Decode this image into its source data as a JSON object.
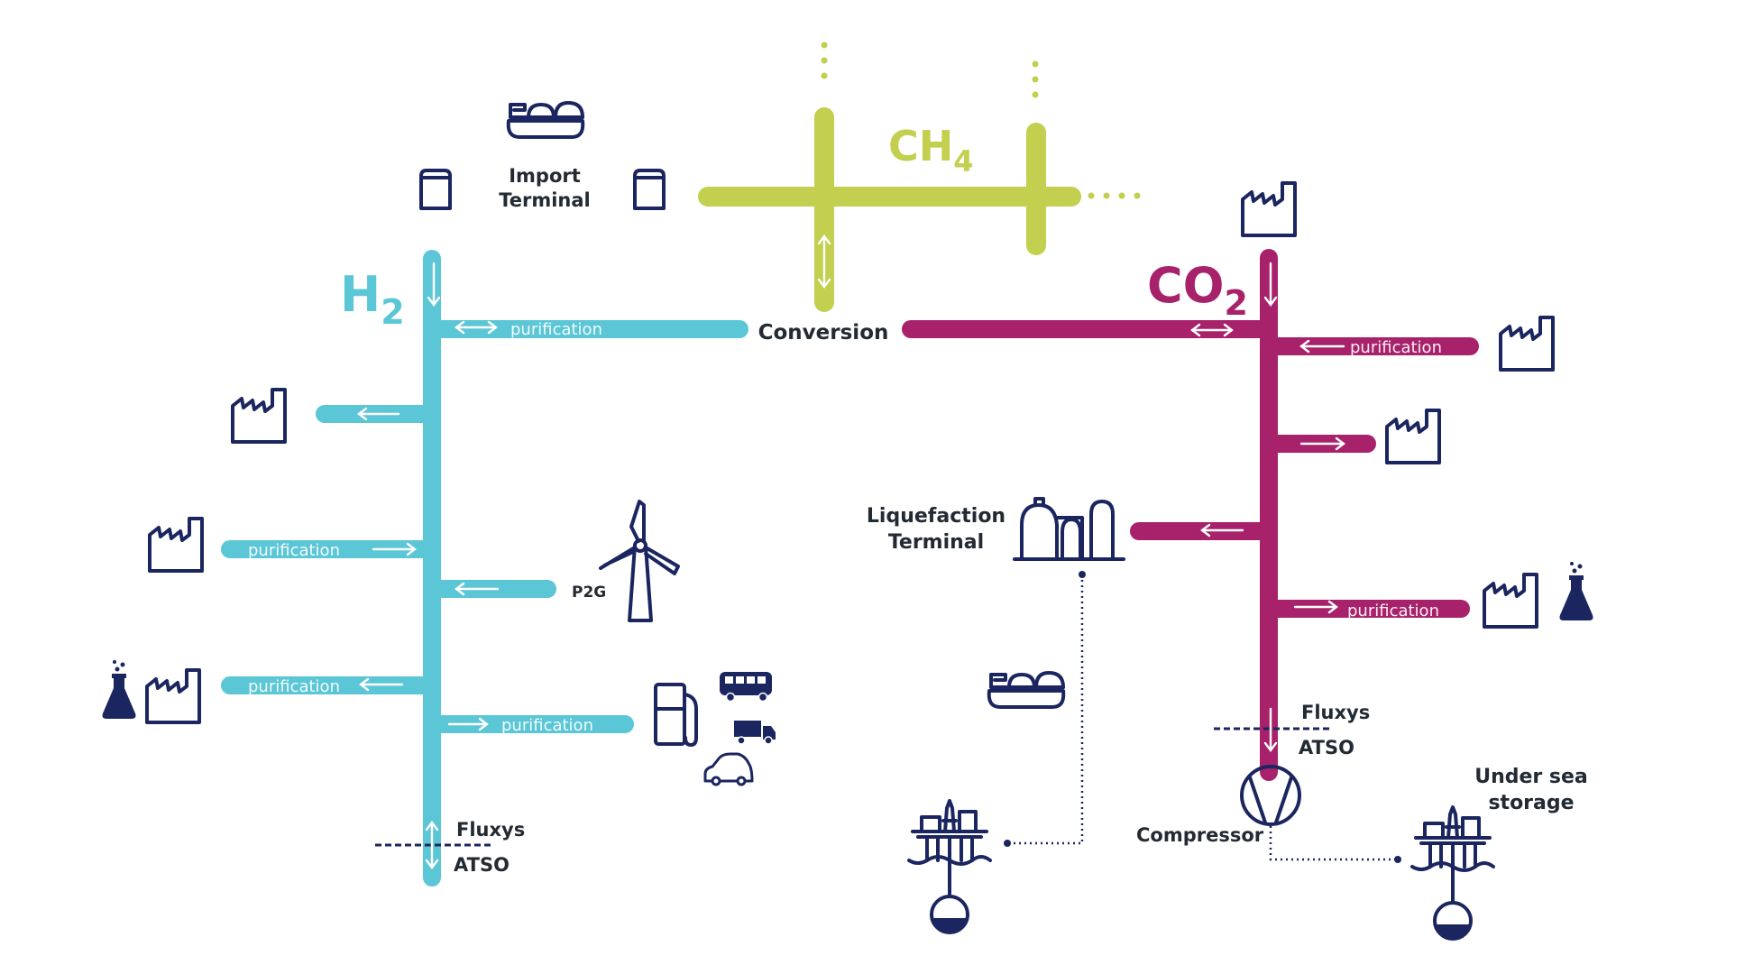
{
  "colors": {
    "h2": "#5bc6d6",
    "ch4": "#c2cf4f",
    "co2": "#a8226b",
    "icon": "#1b2660",
    "text": "#222a33"
  },
  "gases": {
    "h2": {
      "main": "H",
      "sub": "2"
    },
    "ch4": {
      "main": "CH",
      "sub": "4"
    },
    "co2": {
      "main": "CO",
      "sub": "2"
    }
  },
  "labels": {
    "import_terminal_line1": "Import",
    "import_terminal_line2": "Terminal",
    "conversion": "Conversion",
    "p2g": "P2G",
    "liquefaction_line1": "Liquefaction",
    "liquefaction_line2": "Terminal",
    "h2_fluxys": "Fluxys",
    "h2_atso": "ATSO",
    "co2_fluxys": "Fluxys",
    "co2_atso": "ATSO",
    "compressor": "Compressor",
    "undersea_line1": "Under sea",
    "undersea_line2": "storage"
  },
  "h2_branches": [
    {
      "side": "right",
      "label": "purification",
      "arrow": "both"
    },
    {
      "side": "left",
      "label": "",
      "arrow": "left",
      "endpoint": "factory-icon"
    },
    {
      "side": "left",
      "label": "purification",
      "arrow": "right",
      "endpoint": "factory-icon"
    },
    {
      "side": "right",
      "label": "",
      "arrow": "left",
      "endpoint": "wind-turbine-icon"
    },
    {
      "side": "left",
      "label": "purification",
      "arrow": "left",
      "endpoint": "chemical-plant"
    },
    {
      "side": "right",
      "label": "purification",
      "arrow": "right",
      "endpoint": "mobility"
    }
  ],
  "co2_branches": [
    {
      "side": "left",
      "label": "",
      "arrow": "both",
      "endpoint": "conversion"
    },
    {
      "side": "right",
      "label": "purification",
      "arrow": "left",
      "endpoint": "factory-icon"
    },
    {
      "side": "right",
      "label": "",
      "arrow": "right",
      "endpoint": "factory-icon"
    },
    {
      "side": "left",
      "label": "",
      "arrow": "left",
      "endpoint": "liquefaction-terminal"
    },
    {
      "side": "right",
      "label": "purification",
      "arrow": "right",
      "endpoint": "chemical-plant"
    }
  ]
}
